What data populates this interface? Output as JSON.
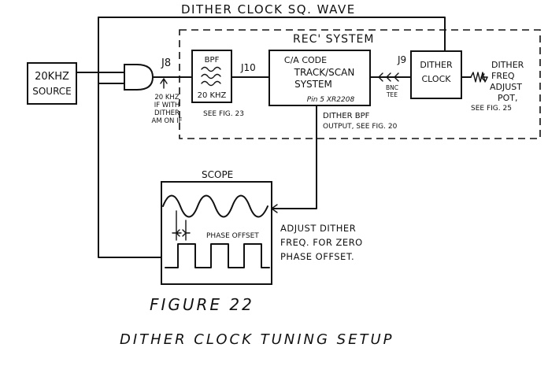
{
  "labels": {
    "top_wire": "DITHER CLOCK SQ. WAVE",
    "source_line1": "20KHZ",
    "source_line2": "SOURCE",
    "j8": "J8",
    "j10": "J10",
    "j9": "J9",
    "gate_note": [
      "20 KHZ",
      "IF WITH",
      "DITHER",
      "AM ON IF"
    ],
    "bpf_top": "BPF",
    "bpf_bottom": "20 KHZ",
    "see_fig23": "SEE FIG. 23",
    "rec_system": "REC' SYSTEM",
    "track_line1": "C/A CODE",
    "track_line2": "TRACK/SCAN",
    "track_line3": "SYSTEM",
    "track_pin": "Pin 5 XR2208",
    "bnc_line1": "BNC",
    "bnc_line2": "TEE",
    "dither_line1": "DITHER",
    "dither_line2": "CLOCK",
    "pot_text": [
      "DITHER",
      "FREQ",
      "ADJUST",
      "POT,",
      "SEE FIG. 25"
    ],
    "dither_bpf_line1": "DITHER BPF",
    "dither_bpf_line2": "OUTPUT, SEE FIG. 20",
    "scope": "SCOPE",
    "phase_offset": "PHASE OFFSET",
    "adjust_text": [
      "ADJUST DITHER",
      "FREQ. FOR ZERO",
      "PHASE OFFSET."
    ],
    "figure_number": "FIGURE 22",
    "figure_title": "DITHER CLOCK TUNING SETUP"
  }
}
